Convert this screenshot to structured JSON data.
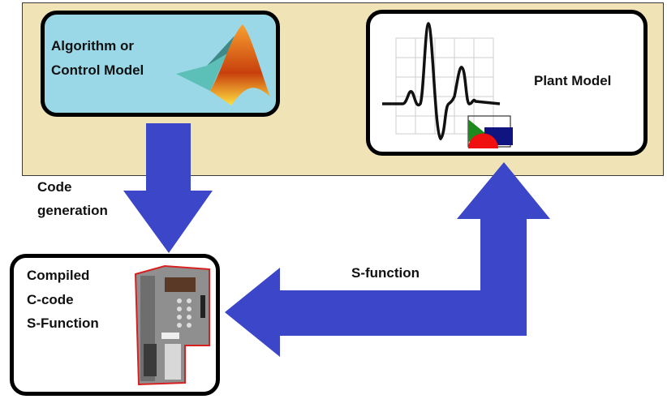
{
  "diagram": {
    "title": "",
    "nodes": {
      "algorithm": {
        "label_line1": "Algorithm or",
        "label_line2": "Control Model",
        "icon": "matlab-membrane-logo-icon"
      },
      "plant": {
        "label": "Plant Model",
        "icon": "ecg-signal-simulink-icon"
      },
      "compiled": {
        "label_line1": "Compiled",
        "label_line2": "C-code",
        "label_line3": "S-Function",
        "icon": "plc-controller-icon"
      }
    },
    "edges": {
      "code_generation": {
        "label_line1": "Code",
        "label_line2": "generation",
        "from": "algorithm",
        "to": "compiled"
      },
      "s_function": {
        "label": "S-function",
        "from": "plant",
        "to": "compiled"
      }
    },
    "colors": {
      "panel": "#f0e3b6",
      "algorithm_fill": "#9ad8e8",
      "arrow": "#3c46c8",
      "border": "#000000"
    }
  }
}
